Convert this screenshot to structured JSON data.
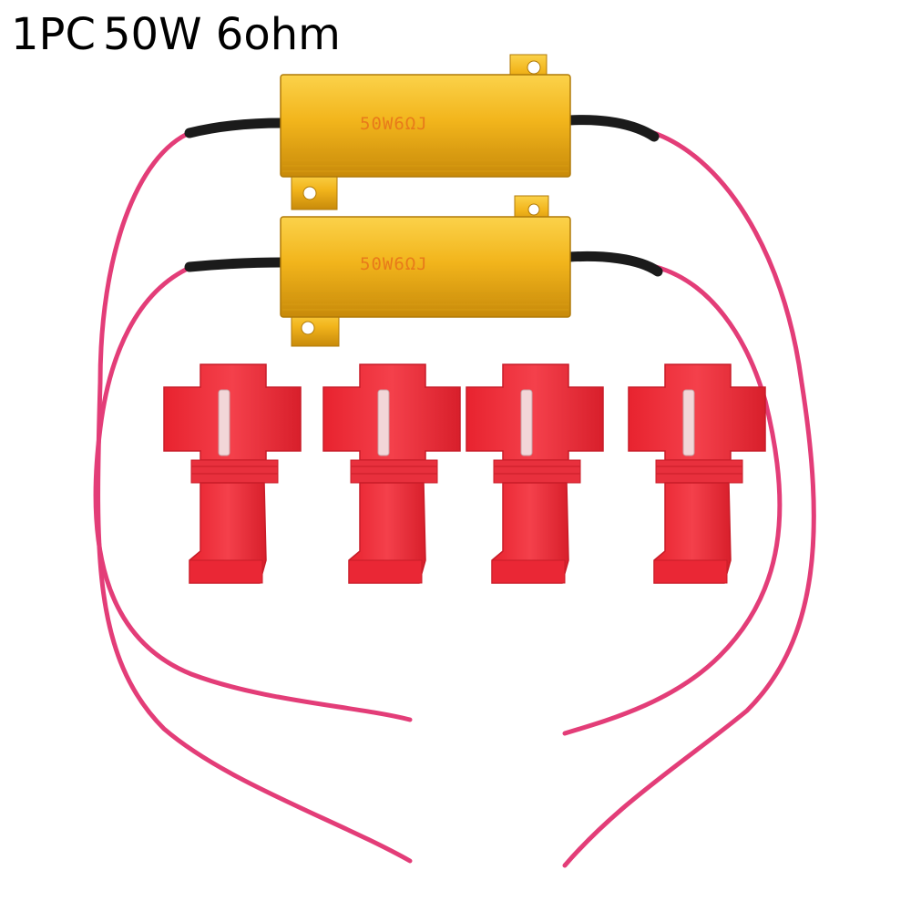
{
  "title": {
    "part1": "1PC",
    "part2": "50W 6ohm"
  },
  "resistor_marking": "50W6ΩJ",
  "colors": {
    "wire": "#e33d78",
    "heat_shrink": "#1b1b1b",
    "resistor_gold": "#f2b51c",
    "resistor_gold_dark": "#c88a0a",
    "connector_red": "#f12b3a",
    "connector_red_dark": "#c81c28"
  }
}
